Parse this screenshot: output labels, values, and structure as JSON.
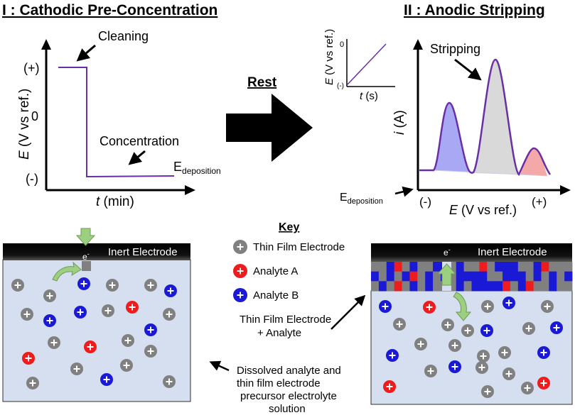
{
  "panel1": {
    "title": "I : Cathodic Pre-Concentration",
    "cleaning_label": "Cleaning",
    "concentration_label": "Concentration",
    "y_tick_plus": "(+)",
    "y_tick_zero": "0",
    "y_tick_minus": "(-)",
    "y_axis_var": "E",
    "y_axis_unit": " (V vs ref.)",
    "x_axis_var": "t",
    "x_axis_unit": " (min)",
    "e_dep_main": "E",
    "e_dep_sub": "deposition"
  },
  "middle": {
    "rest_label": "Rest"
  },
  "inset": {
    "y_axis_var": "E",
    "y_axis_unit": " (V vs ref.)",
    "y_tick_zero": "0",
    "y_tick_minus": "(-)",
    "x_axis_var": "t",
    "x_axis_unit": " (s)"
  },
  "panel2": {
    "title": "II : Anodic Stripping",
    "stripping_label": "Stripping",
    "y_axis_var": "i",
    "y_axis_unit": " (A)",
    "x_axis_var": "E",
    "x_axis_unit": " (V vs ref.)",
    "x_tick_minus": "(-)",
    "x_tick_plus": "(+)",
    "e_dep_main": "E",
    "e_dep_sub": "deposition"
  },
  "key": {
    "title": "Key",
    "items": [
      {
        "label": "Thin Film Electrode",
        "color": "#808080"
      },
      {
        "label": "Analyte A",
        "color": "#ee1c1c"
      },
      {
        "label": "Analyte B",
        "color": "#1a1ad6"
      }
    ],
    "combo_line1": "Thin Film Electrode",
    "combo_line2": "+ Analyte"
  },
  "cell_left": {
    "electrode_label": "Inert Electrode",
    "electron": "e",
    "electron_sup": "-",
    "caption_line1": "Dissolved analyte and",
    "caption_line2": "thin film electrode",
    "caption_line3": "precursor electrolyte",
    "caption_line4": "solution"
  },
  "cell_right": {
    "electrode_label": "Inert Electrode",
    "electron": "e",
    "electron_sup": "-"
  },
  "colors": {
    "purple": "#6a2fa6",
    "solution": "#d6dff0",
    "electrode": "#000000",
    "film_gray": "#808080",
    "peak_blue": "#a8a8f5",
    "peak_gray": "#d9d9d9",
    "peak_red": "#f4a9a9",
    "green_arrow": "#9ccf7f"
  }
}
